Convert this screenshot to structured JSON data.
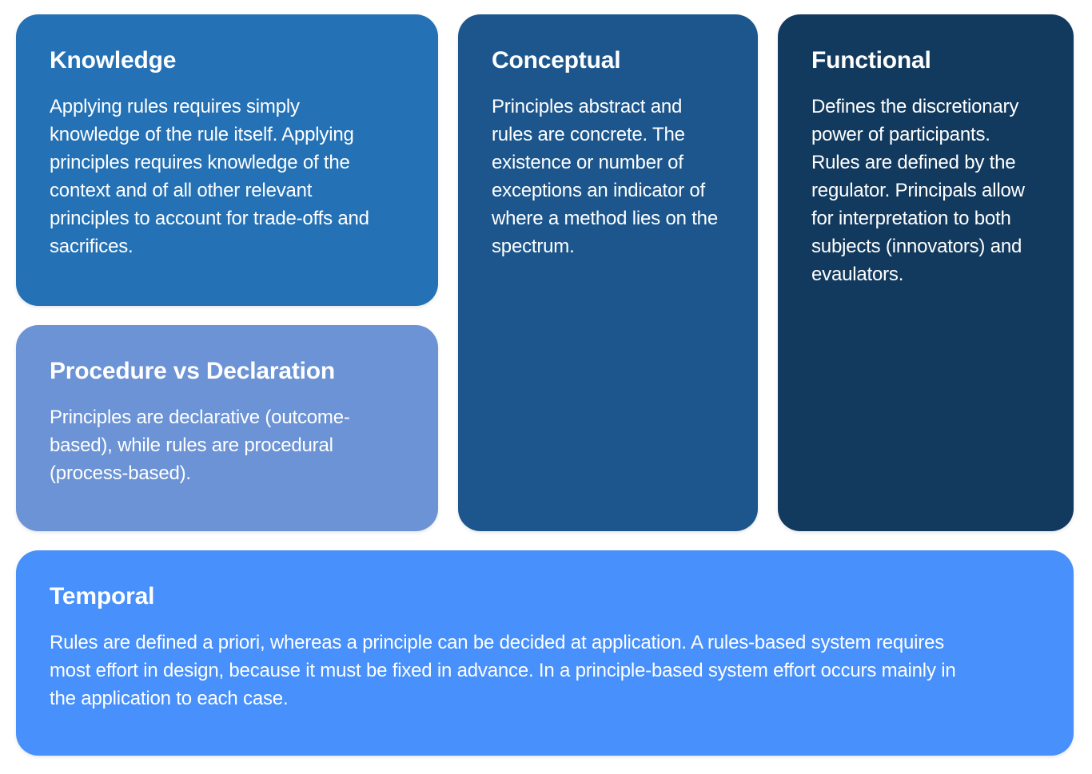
{
  "page": {
    "background": "#ffffff",
    "text_color": "#ffffff"
  },
  "cards": {
    "knowledge": {
      "title": "Knowledge",
      "body": "Applying rules requires simply knowledge of the rule itself. Applying principles requires knowledge of the context and of all other relevant principles to account for trade-offs and sacrifices.",
      "color": "#2471b5"
    },
    "procedure": {
      "title": "Procedure vs Declaration",
      "body": "Principles are declarative (outcome-based), while rules are procedural (process-based).",
      "color": "#6b93d5"
    },
    "conceptual": {
      "title": "Conceptual",
      "body": "Principles abstract and rules are concrete. The existence or number of exceptions an indicator of where a method lies on the spectrum.",
      "color": "#1c568c"
    },
    "functional": {
      "title": "Functional",
      "body": "Defines the discretionary power of participants. Rules are defined by the regulator. Principals allow for interpretation to both subjects (innovators) and evaulators.",
      "color": "#123a5e"
    },
    "temporal": {
      "title": "Temporal",
      "body": "Rules are defined a priori, whereas a principle can be decided at application. A rules-based system requires most effort in design, because it must be fixed in advance. In a principle-based system effort occurs mainly in the application to each case.",
      "color": "#4890fb"
    }
  }
}
